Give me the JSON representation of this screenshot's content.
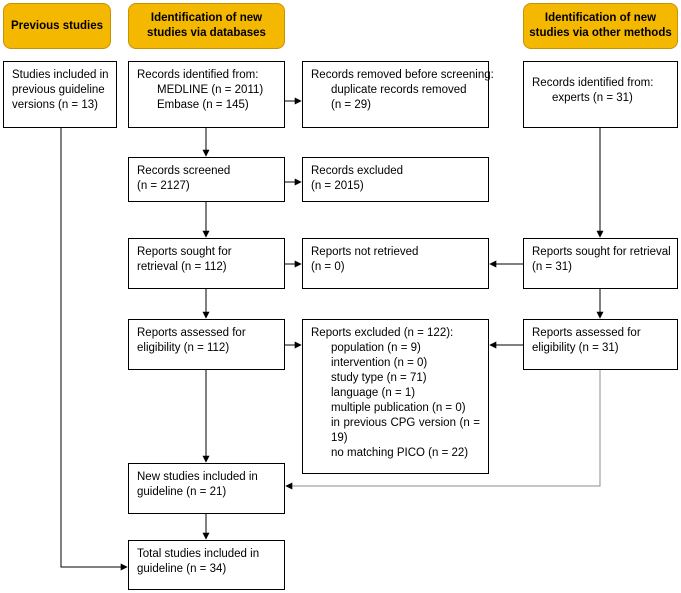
{
  "headers": {
    "previous": "Previous studies",
    "databases_lines": [
      "Identification of new",
      "studies via databases"
    ],
    "other_lines": [
      "Identification of new",
      "studies via other methods"
    ]
  },
  "previous": {
    "included_lines": [
      "Studies included in",
      "previous guideline",
      "versions (n = 13)"
    ]
  },
  "databases": {
    "identified_title": "Records identified from:",
    "identified_items": [
      "MEDLINE (n = 2011)",
      "Embase (n = 145)"
    ],
    "removed_title": "Records removed before screening:",
    "removed_items": [
      "duplicate records removed",
      "(n = 29)"
    ],
    "screened_lines": [
      "Records screened",
      "(n = 2127)"
    ],
    "excluded_lines": [
      "Records excluded",
      "(n = 2015)"
    ],
    "sought_lines": [
      "Reports sought for",
      "retrieval (n = 112)"
    ],
    "not_retrieved_lines": [
      "Reports not retrieved",
      "(n = 0)"
    ],
    "assessed_lines": [
      "Reports assessed for",
      "eligibility (n = 112)"
    ],
    "reports_excluded_title": "Reports excluded (n = 122):",
    "reports_excluded_items": [
      "population (n = 9)",
      "intervention (n = 0)",
      "study type (n = 71)",
      "language (n = 1)",
      "multiple publication (n = 0)"
    ],
    "reports_excluded_cpg_words": [
      "in",
      "previous",
      "CPG",
      "version",
      "(n",
      "="
    ],
    "reports_excluded_cpg_tail": "19)",
    "reports_excluded_last": "no matching PICO (n = 22)",
    "new_included_lines": [
      "New studies included in",
      "guideline (n = 21)"
    ],
    "total_lines": [
      "Total studies included in",
      "guideline (n = 34)"
    ]
  },
  "other": {
    "identified_title": "Records identified from:",
    "identified_item": "experts (n = 31)",
    "sought_lines": [
      "Reports sought for retrieval",
      "(n = 31)"
    ],
    "assessed_lines": [
      "Reports assessed for",
      "eligibility (n = 31)"
    ]
  },
  "colors": {
    "header_fill": "#f5b800",
    "header_border": "#c89200",
    "box_border": "#000000",
    "connector_gray": "#8c8c8c"
  }
}
